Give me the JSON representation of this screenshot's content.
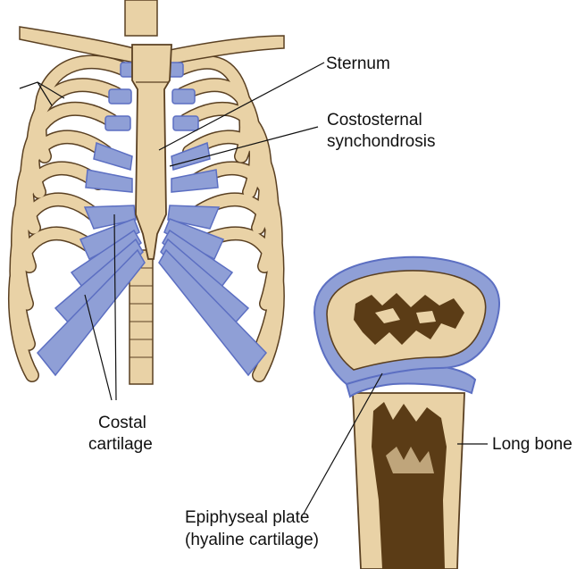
{
  "labels": {
    "sternum": "Sternum",
    "costosternal_1": "Costosternal",
    "costosternal_2": "synchondrosis",
    "costal_1": "Costal",
    "costal_2": "cartilage",
    "long_bone": "Long bone",
    "epiphyseal_1": "Epiphyseal plate",
    "epiphyseal_2": "(hyaline cartilage)"
  },
  "colors": {
    "bone": "#e9d2a6",
    "bone_outline": "#5a4022",
    "cartilage": "#8f9fd6",
    "cartilage_dark": "#5c6fc2",
    "marrow": "#5b3c16",
    "leader": "#111111",
    "background": "#ffffff"
  }
}
